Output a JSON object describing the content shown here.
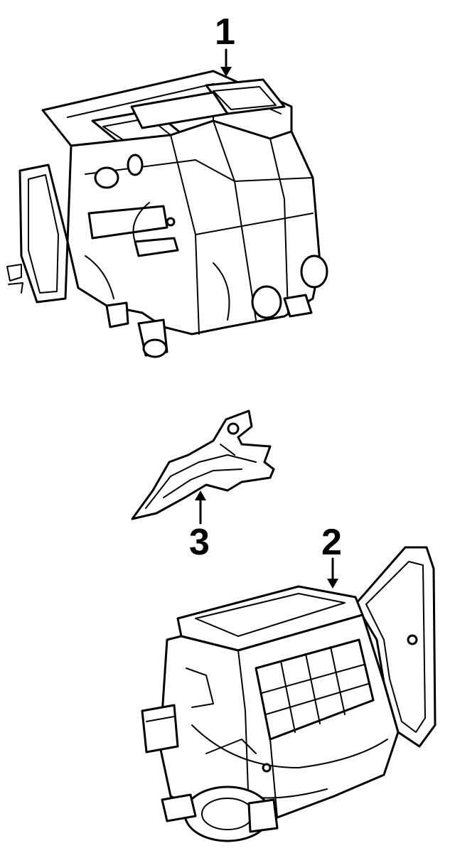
{
  "callouts": [
    {
      "label": "1",
      "part": "heater-case-assembly"
    },
    {
      "label": "2",
      "part": "blower-case-assembly"
    },
    {
      "label": "3",
      "part": "bracket"
    }
  ],
  "colors": {
    "ink": "#000000",
    "paper": "#ffffff"
  }
}
